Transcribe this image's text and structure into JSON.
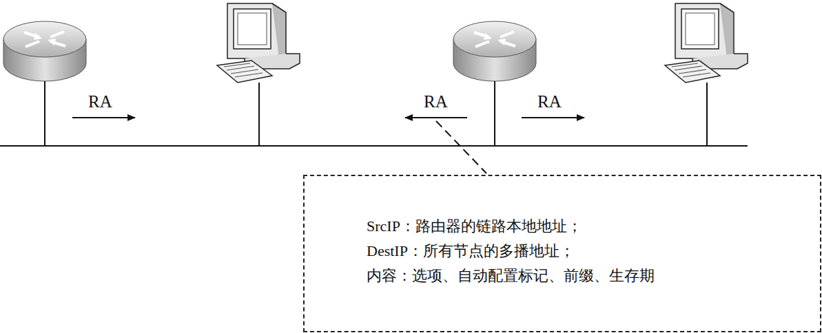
{
  "diagram": {
    "nodes": [
      {
        "text": [
          "SrcIP：路由器的链路本地地址；",
          "DestIP：所有节点的多播地址；",
          "内容：选项、自动配置标记、前缀、生存期"
        ]
      }
    ],
    "labels": [
      "RA",
      "RA",
      "RA"
    ]
  }
}
